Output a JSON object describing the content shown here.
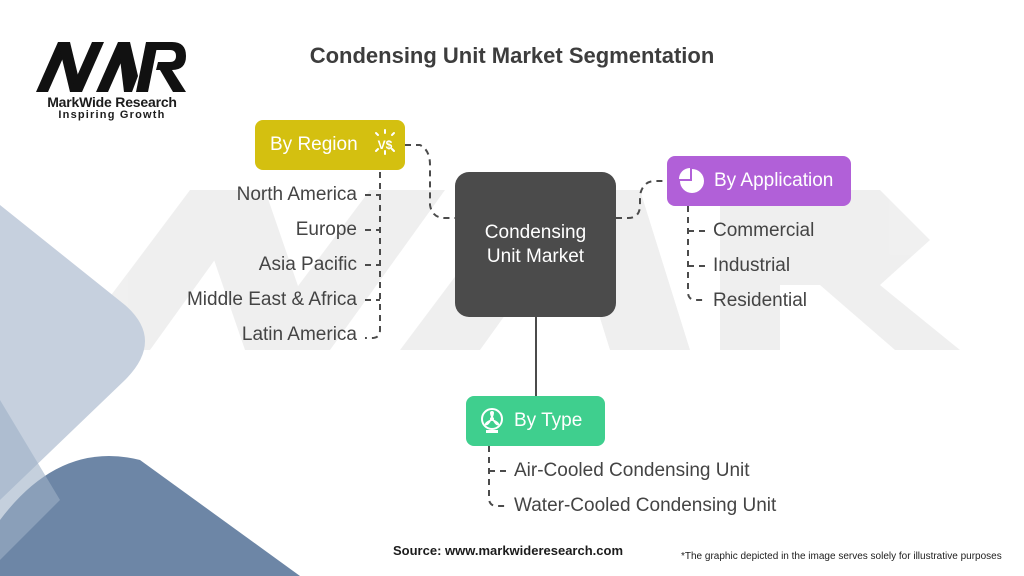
{
  "logo": {
    "brand_name": "MarkWide Research",
    "tagline": "Inspiring Growth",
    "monogram": "MWR"
  },
  "title": "Condensing Unit Market Segmentation",
  "center": {
    "line1": "Condensing",
    "line2": "Unit Market"
  },
  "segments": {
    "region": {
      "label": "By Region",
      "icon": "vs-icon",
      "color": "#d4c010",
      "items": [
        "North America",
        "Europe",
        "Asia Pacific",
        "Middle East & Africa",
        "Latin America"
      ]
    },
    "application": {
      "label": "By Application",
      "icon": "pie-chart-icon",
      "color": "#b160d8",
      "items": [
        "Commercial",
        "Industrial",
        "Residential"
      ]
    },
    "type": {
      "label": "By Type",
      "icon": "fan-icon",
      "color": "#3fcf8e",
      "items": [
        "Air-Cooled Condensing Unit",
        "Water-Cooled Condensing Unit"
      ]
    }
  },
  "footer": {
    "source": "Source: www.markwideresearch.com",
    "note": "*The graphic depicted in the image serves solely for illustrative purposes"
  },
  "colors": {
    "center_box": "#4b4b4b",
    "connector": "#4b4b4b",
    "title": "#3d3d3d",
    "text": "#444444"
  }
}
